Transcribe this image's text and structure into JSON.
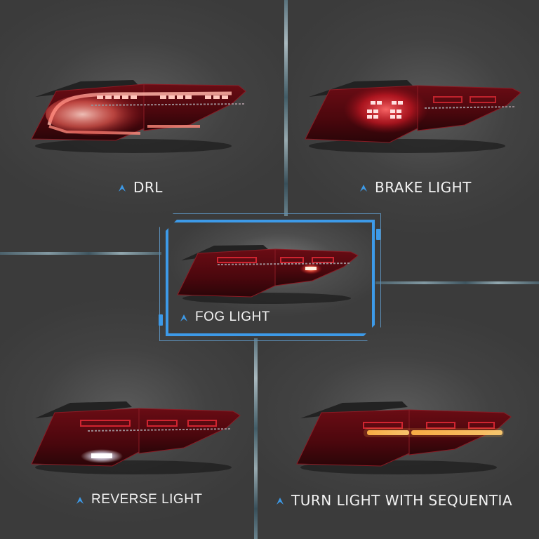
{
  "panels": [
    {
      "id": "drl",
      "label": "DRL",
      "mode": "daytime-running-light"
    },
    {
      "id": "brake",
      "label": "BRAKE LIGHT",
      "mode": "brake"
    },
    {
      "id": "fog",
      "label": "FOG LIGHT",
      "mode": "fog",
      "featured": true
    },
    {
      "id": "reverse",
      "label": "REVERSE LIGHT",
      "mode": "reverse"
    },
    {
      "id": "turn",
      "label": "TURN LIGHT WITH SEQUENTIA",
      "mode": "sequential-turn"
    }
  ],
  "icons": {
    "label_marker": "chevron-up-icon"
  },
  "colors": {
    "background": "#3e3e3e",
    "accent_blue": "#3d9ae8",
    "frame_outline": "#5c8fb8",
    "lens_red": "#7a0f18",
    "brake_glow": "#ff3b3b",
    "reverse_glow": "#ffffff",
    "turn_glow": "#ffb347",
    "label_text": "#f2f2f2"
  }
}
